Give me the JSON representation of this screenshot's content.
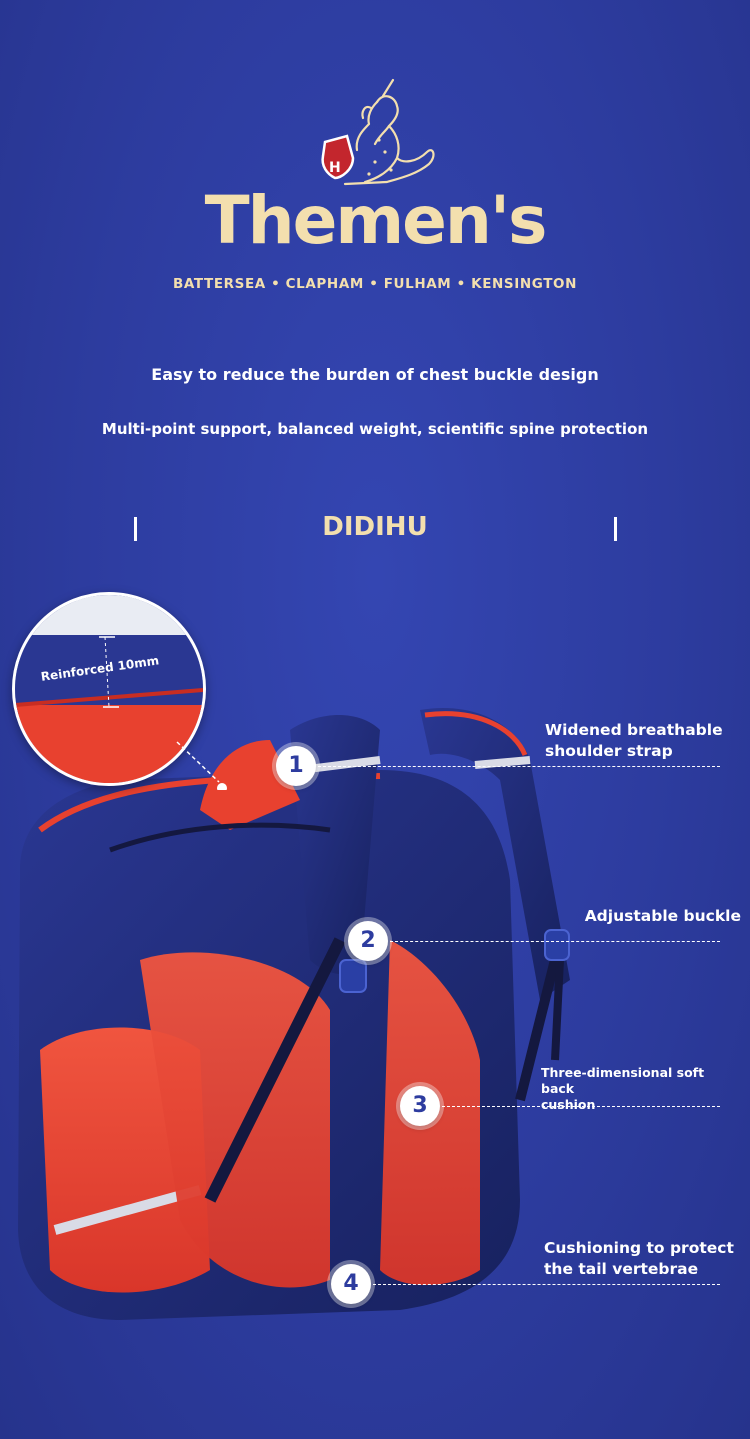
{
  "brand": {
    "name": "Themen's",
    "locations": "BATTERSEA • CLAPHAM • FULHAM • KENSINGTON",
    "crest_letter": "H"
  },
  "intro": {
    "headline": "Easy to reduce the burden of chest buckle design",
    "subline": "Multi-point support, balanced weight, scientific spine protection"
  },
  "model_name": "DIDIHU",
  "zoom_detail": {
    "label": "Reinforced 10mm"
  },
  "callouts": [
    {
      "number": "1",
      "text": "Widened breathable\nshoulder strap"
    },
    {
      "number": "2",
      "text": "Adjustable buckle"
    },
    {
      "number": "3",
      "text": "Three-dimensional soft back\ncushion"
    },
    {
      "number": "4",
      "text": "Cushioning to protect\nthe tail vertebrae"
    }
  ],
  "colors": {
    "background": "#2e3da0",
    "brand_gold": "#f3dfae",
    "bag_navy": "#1f2b78",
    "bag_red": "#e8412f"
  }
}
